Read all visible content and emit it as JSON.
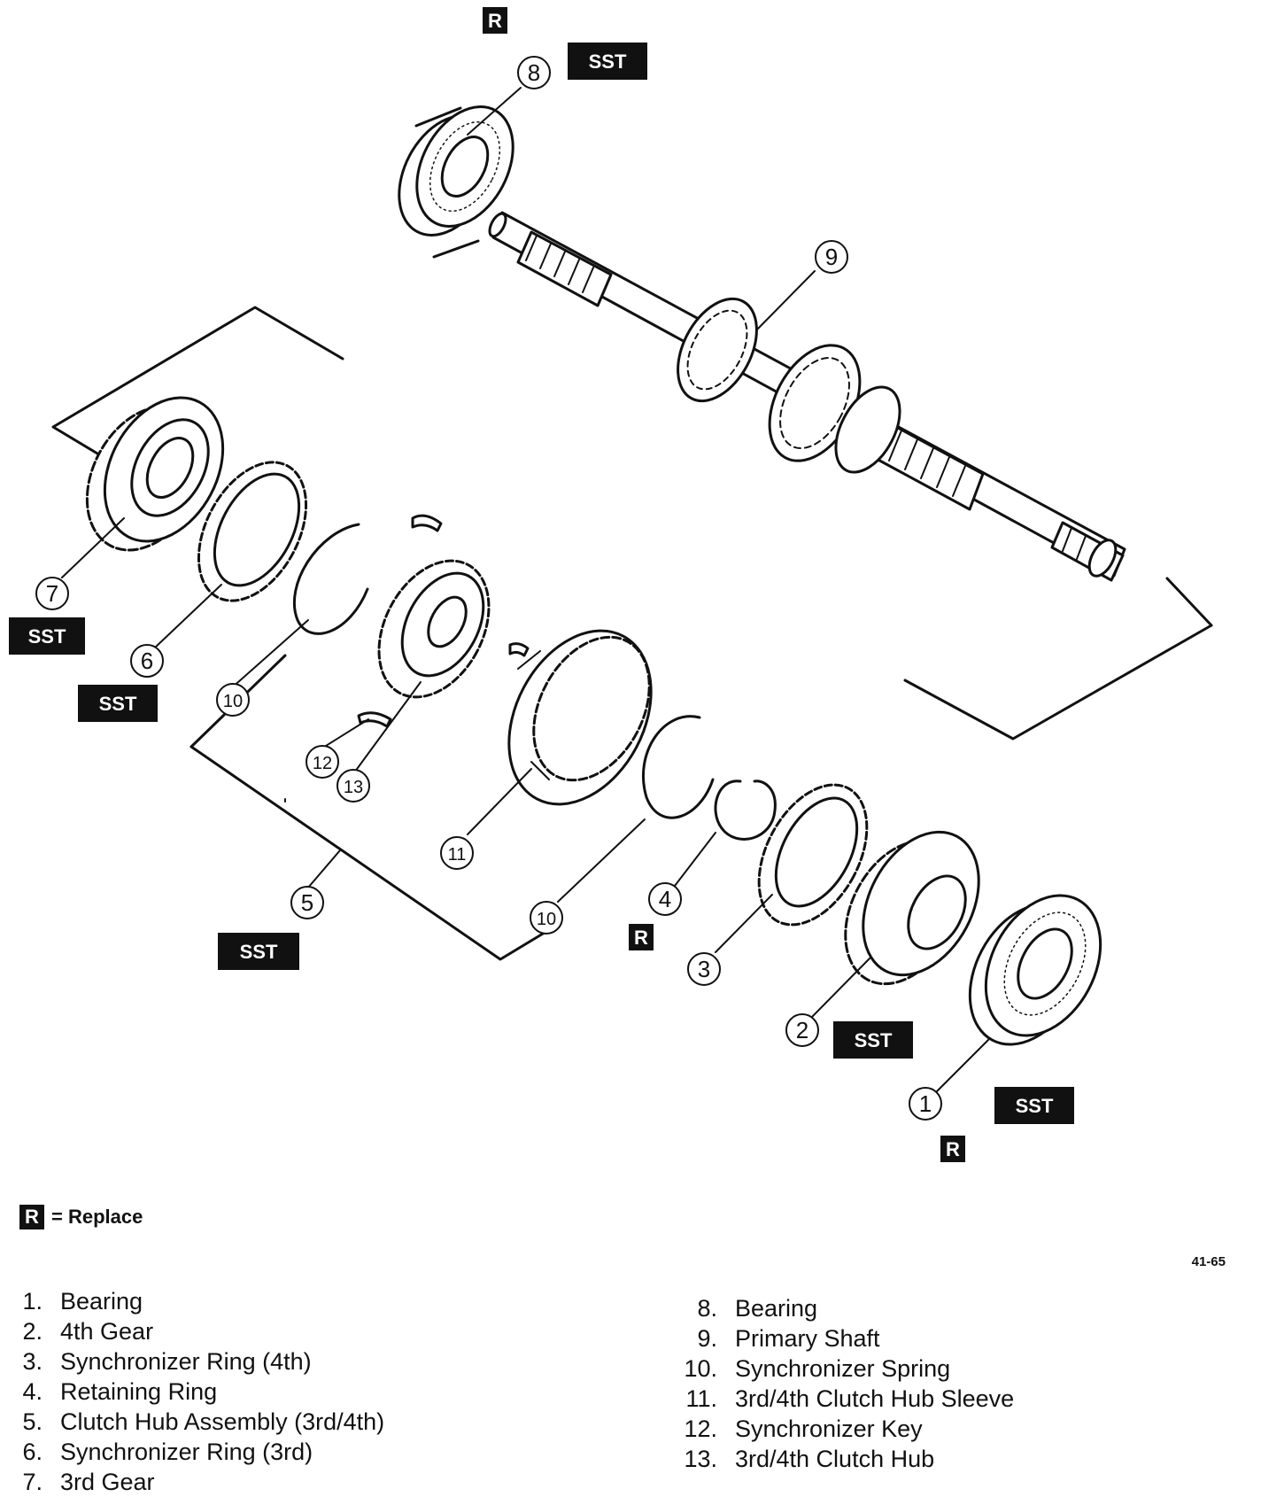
{
  "badges": {
    "sst": "SST",
    "replace": "R"
  },
  "callouts": {
    "c1": "1",
    "c2": "2",
    "c3": "3",
    "c4": "4",
    "c5": "5",
    "c6": "6",
    "c7": "7",
    "c8": "8",
    "c9": "9",
    "c10a": "10",
    "c10b": "10",
    "c11": "11",
    "c12": "12",
    "c13": "13"
  },
  "legend": {
    "symbol": "R",
    "text": "= Replace"
  },
  "figure_number": "41-65",
  "parts": [
    {
      "num": "1.",
      "name": "Bearing"
    },
    {
      "num": "2.",
      "name": "4th Gear"
    },
    {
      "num": "3.",
      "name": "Synchronizer Ring (4th)"
    },
    {
      "num": "4.",
      "name": "Retaining Ring"
    },
    {
      "num": "5.",
      "name": "Clutch Hub Assembly (3rd/4th)"
    },
    {
      "num": "6.",
      "name": "Synchronizer Ring (3rd)"
    },
    {
      "num": "7.",
      "name": "3rd Gear"
    },
    {
      "num": "8.",
      "name": "Bearing"
    },
    {
      "num": "9.",
      "name": "Primary Shaft"
    },
    {
      "num": "10.",
      "name": "Synchronizer Spring"
    },
    {
      "num": "11.",
      "name": "3rd/4th Clutch Hub Sleeve"
    },
    {
      "num": "12.",
      "name": "Synchronizer Key"
    },
    {
      "num": "13.",
      "name": "3rd/4th Clutch Hub"
    }
  ]
}
